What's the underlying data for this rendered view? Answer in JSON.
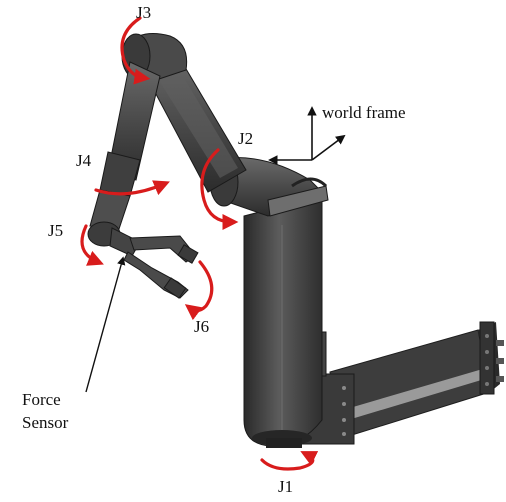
{
  "labels": {
    "j1": "J1",
    "j2": "J2",
    "j3": "J3",
    "j4": "J4",
    "j5": "J5",
    "j6": "J6",
    "world_frame": "world frame",
    "force_sensor_line1": "Force",
    "force_sensor_line2": "Sensor"
  },
  "colors": {
    "robot_body": "#4b4b4b",
    "robot_dark": "#2c2c2c",
    "robot_light": "#7a7a7a",
    "rotation_arrow": "#d81c1c",
    "annotation": "#111111"
  },
  "icons": [
    "rotation-arrow-icon",
    "axis-arrow-icon"
  ]
}
